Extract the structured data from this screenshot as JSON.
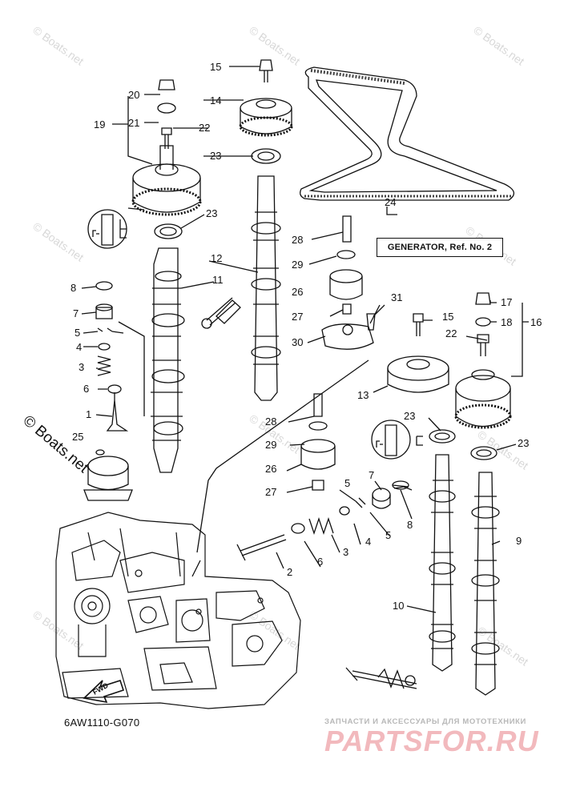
{
  "watermark": "© Boats.net",
  "diagram_code": "6AW1110-G070",
  "generator_ref": "GENERATOR,  Ref. No. 2",
  "fwd_label": "FWD",
  "brand_tagline": "ЗАПЧАСТИ И АКСЕССУАРЫ ДЛЯ МОТОТЕХНИКИ",
  "brand_logo": "PARTSFOR.RU",
  "callouts": [
    "15",
    "14",
    "20",
    "21",
    "22",
    "19",
    "23",
    "23",
    "24",
    "28",
    "29",
    "26",
    "27",
    "31",
    "30",
    "12",
    "11",
    "8",
    "7",
    "5",
    "4",
    "3",
    "6",
    "1",
    "25",
    "15",
    "17",
    "18",
    "16",
    "22",
    "13",
    "23",
    "23",
    "28",
    "29",
    "26",
    "27",
    "5",
    "7",
    "5",
    "4",
    "3",
    "8",
    "6",
    "2",
    "9",
    "10"
  ],
  "colors": {
    "line": "#111111",
    "watermark": "#d8d8d8",
    "brand": "#f2b9bd"
  }
}
